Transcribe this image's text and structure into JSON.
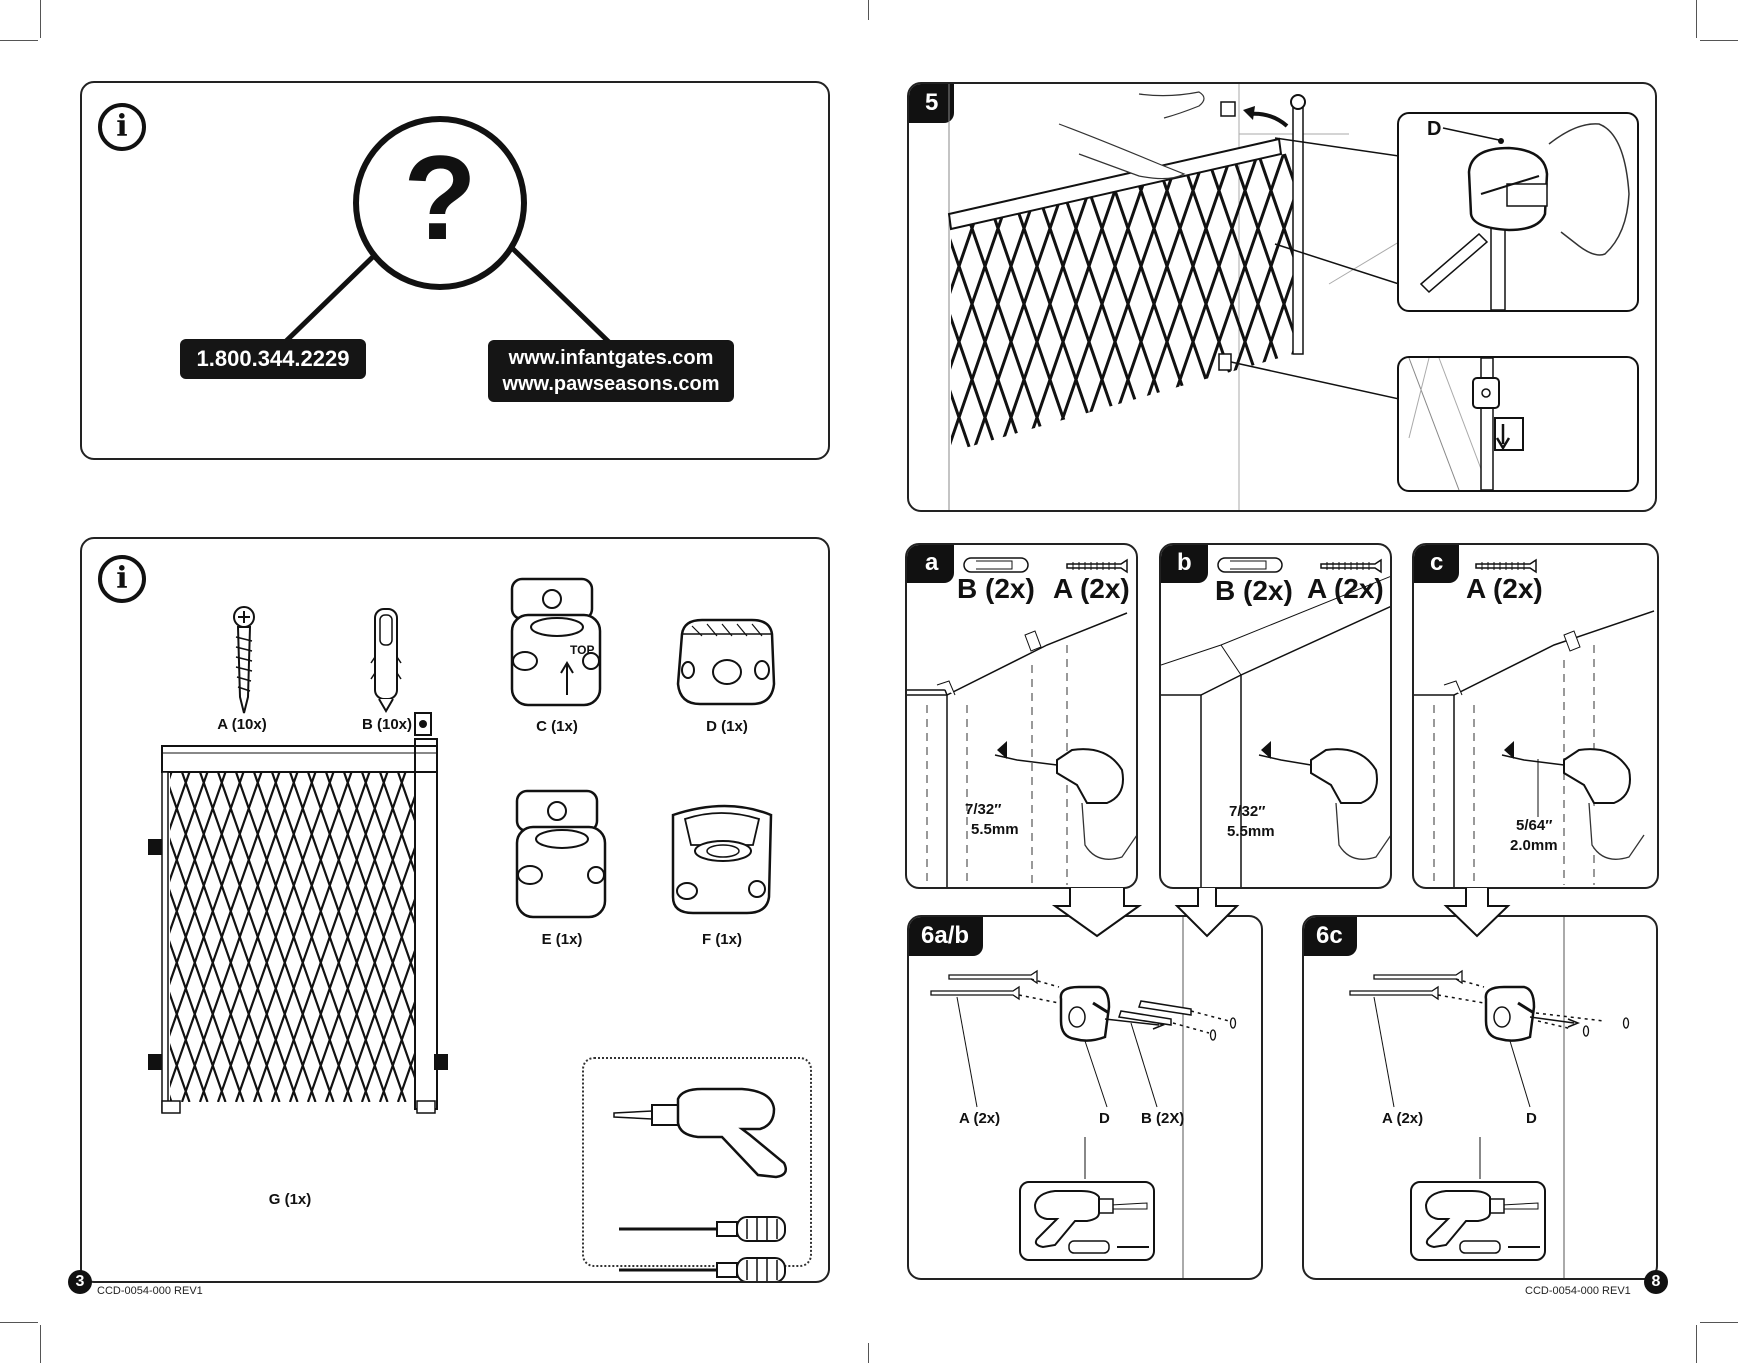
{
  "help": {
    "phone": "1.800.344.2229",
    "web1": "www.infantgates.com",
    "web2": "www.pawseasons.com"
  },
  "parts": {
    "a": "A (10x)",
    "b": "B (10x)",
    "c": "C (1x)",
    "c_top": "TOP",
    "d": "D (1x)",
    "e": "E (1x)",
    "f": "F (1x)",
    "g": "G (1x)"
  },
  "step5": {
    "num": "5",
    "callout": "D"
  },
  "stepA": {
    "tag": "a",
    "parts": [
      "B (2x)",
      "A (2x)"
    ],
    "drill1": "7/32″",
    "drill2": "5.5mm"
  },
  "stepB": {
    "tag": "b",
    "parts": [
      "B (2x)",
      "A (2x)"
    ],
    "drill1": "7/32″",
    "drill2": "5.5mm"
  },
  "stepC": {
    "tag": "c",
    "parts": [
      "A (2x)"
    ],
    "drill1": "5/64″",
    "drill2": "2.0mm"
  },
  "step6ab": {
    "tag": "6a/b",
    "a": "A (2x)",
    "d": "D",
    "b": "B (2X)"
  },
  "step6c": {
    "tag": "6c",
    "a": "A (2x)",
    "d": "D"
  },
  "footer": {
    "left_page": "3",
    "right_page": "8",
    "code_left": "CCD-0054-000 REV1",
    "code_right": "CCD-0054-000 REV1"
  }
}
